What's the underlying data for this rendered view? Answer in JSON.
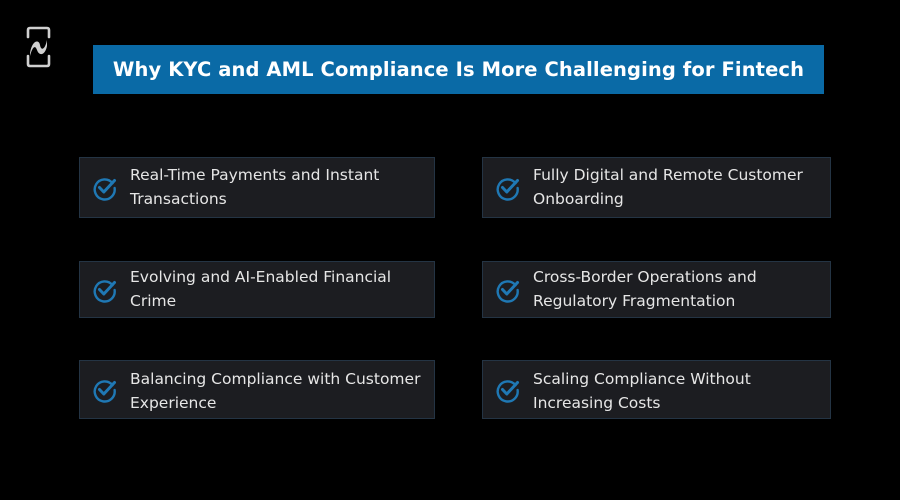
{
  "logo": {
    "icon": "brand-logo-icon",
    "color": "#d0d0d0"
  },
  "header": {
    "title": "Why KYC and AML Compliance Is More Challenging for Fintech",
    "background_color": "#0a6aa6",
    "text_color": "#ffffff"
  },
  "theme": {
    "page_background": "#000000",
    "card_background": "#1c1d21",
    "card_border": "#243444",
    "accent": "#1f78b4",
    "card_text": "#e6e6e6"
  },
  "challenges": [
    {
      "icon": "check-circle-icon",
      "label": "Real-Time Payments and Instant\nTransactions"
    },
    {
      "icon": "check-circle-icon",
      "label": "Fully Digital and Remote Customer\nOnboarding"
    },
    {
      "icon": "check-circle-icon",
      "label": "Evolving and AI-Enabled Financial\nCrime"
    },
    {
      "icon": "check-circle-icon",
      "label": "Cross-Border Operations and\nRegulatory Fragmentation"
    },
    {
      "icon": "check-circle-icon",
      "label": "Balancing Compliance with Customer\nExperience"
    },
    {
      "icon": "check-circle-icon",
      "label": "Scaling Compliance Without\nIncreasing Costs"
    }
  ]
}
